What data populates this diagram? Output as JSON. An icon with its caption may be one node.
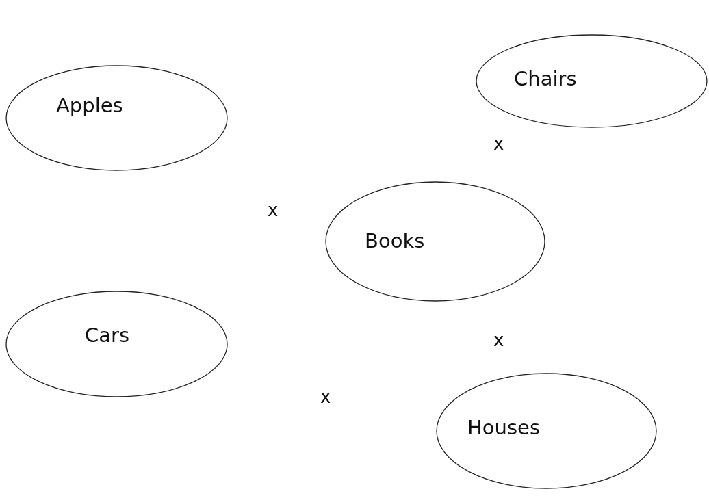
{
  "diagram": {
    "nodes": [
      {
        "text": [
          "Apples"
        ]
      },
      {
        "text": [
          "Chairs"
        ]
      },
      {
        "text": [
          "Books"
        ]
      },
      {
        "text": [
          "Cars"
        ]
      },
      {
        "text": [
          "Houses"
        ]
      }
    ],
    "edges": [],
    "labels": [
      "x",
      "x",
      "x",
      "x"
    ]
  }
}
